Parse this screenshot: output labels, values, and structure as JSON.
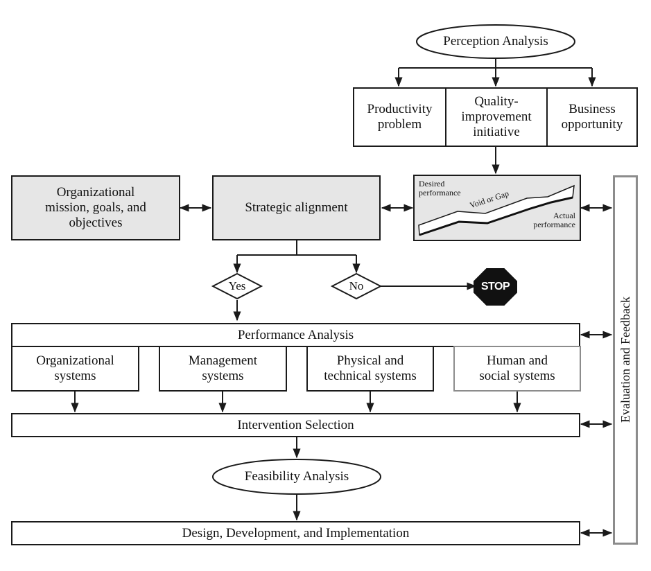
{
  "perception_analysis": "Perception Analysis",
  "perception_items": [
    "Productivity\nproblem",
    "Quality-\nimprovement\ninitiative",
    "Business\nopportunity"
  ],
  "org_mission": "Organizational\nmission, goals, and\nobjectives",
  "strategic_alignment": "Strategic alignment",
  "gap_graphic": {
    "desired": "Desired\nperformance",
    "void": "Void or Gap",
    "actual": "Actual\nperformance"
  },
  "decision": {
    "yes": "Yes",
    "no": "No",
    "stop": "STOP"
  },
  "performance_analysis": "Performance Analysis",
  "systems": [
    "Organizational\nsystems",
    "Management\nsystems",
    "Physical and\ntechnical systems",
    "Human and\nsocial systems"
  ],
  "intervention_selection": "Intervention Selection",
  "feasibility_analysis": "Feasibility Analysis",
  "design_development": "Design, Development, and Implementation",
  "evaluation_feedback": "Evaluation and Feedback"
}
